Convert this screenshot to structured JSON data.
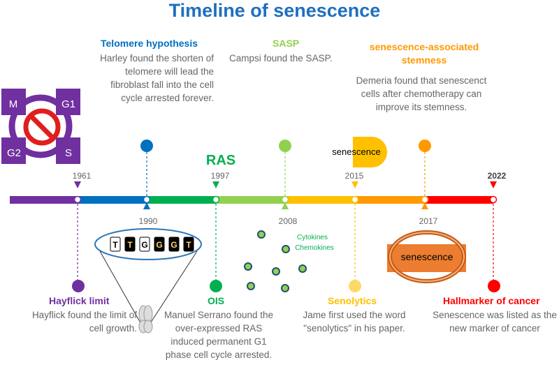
{
  "title": "Timeline of senescence",
  "colors": {
    "purple": "#7030A0",
    "blue": "#0070C0",
    "green": "#00B050",
    "lightgreen": "#92D050",
    "yellow": "#FFC000",
    "orange": "#FF9900",
    "red": "#FF0000",
    "title_blue": "#1F6FC0"
  },
  "years": {
    "y1961": "1961",
    "y1990": "1990",
    "y1997": "1997",
    "y2008": "2008",
    "y2015": "2015",
    "y2017": "2017",
    "y2022": "2022"
  },
  "events": {
    "hayflick": {
      "title": "Hayflick limit",
      "desc": "Hayflick found the limit of cell growth."
    },
    "telomere": {
      "title": "Telomere hypothesis",
      "desc": "Harley found the shorten of telomere will lead the fibroblast fall into the cell cycle arrested forever."
    },
    "ois": {
      "title": "OIS",
      "desc": "Manuel Serrano found the over-expressed RAS induced permanent G1 phase cell cycle arrested."
    },
    "sasp": {
      "title": "SASP",
      "desc": "Campsi found the SASP."
    },
    "senolytics": {
      "title": "Senolytics",
      "desc": "Jame first used the word \"senolytics\" in his paper."
    },
    "stemness": {
      "title": "senescence-associated stemness",
      "desc": "Demeria found that senescenct cells after chemotherapy can improve its stemness."
    },
    "hallmark": {
      "title": "Hallmarker of cancer",
      "desc": "Senescence was listed as the new marker of cancer"
    }
  },
  "cell_cycle": {
    "m": "M",
    "g1": "G1",
    "g2": "G2",
    "s": "S"
  },
  "ras_label": "RAS",
  "telomere_letters": [
    "T",
    "T",
    "G",
    "G",
    "G",
    "T"
  ],
  "cytokines": {
    "line1": "Cytokines",
    "line2": "Chemokines"
  },
  "senescence_word": "senescence"
}
